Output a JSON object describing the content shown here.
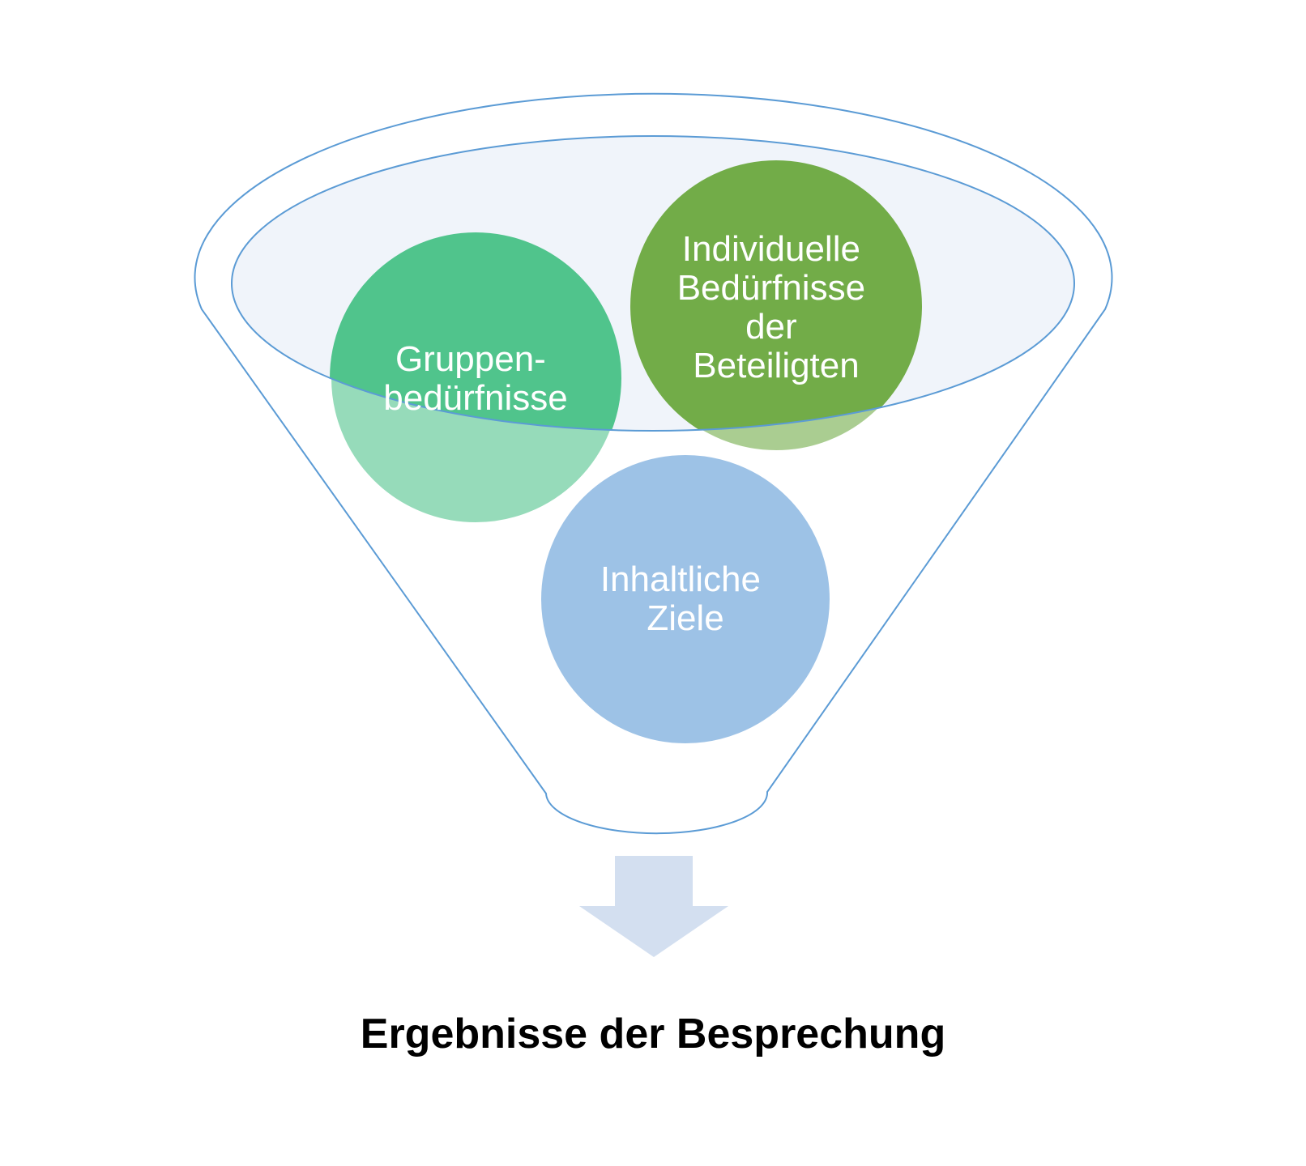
{
  "funnel": {
    "items": [
      {
        "lines": [
          "Gruppen-",
          "bedürfnisse"
        ],
        "color": "#50C48C"
      },
      {
        "lines": [
          "Individuelle",
          "Bedürfnisse",
          "der",
          "Beteiligten"
        ],
        "color": "#72AC48"
      },
      {
        "lines": [
          "Inhaltliche",
          "Ziele"
        ],
        "color": "#9DC2E6"
      }
    ],
    "outline_color": "#5B9BD5",
    "rim_fill": "#E7EDF7",
    "arrow_color": "#D3DFF0"
  },
  "result": {
    "label": "Ergebnisse der Besprechung"
  }
}
